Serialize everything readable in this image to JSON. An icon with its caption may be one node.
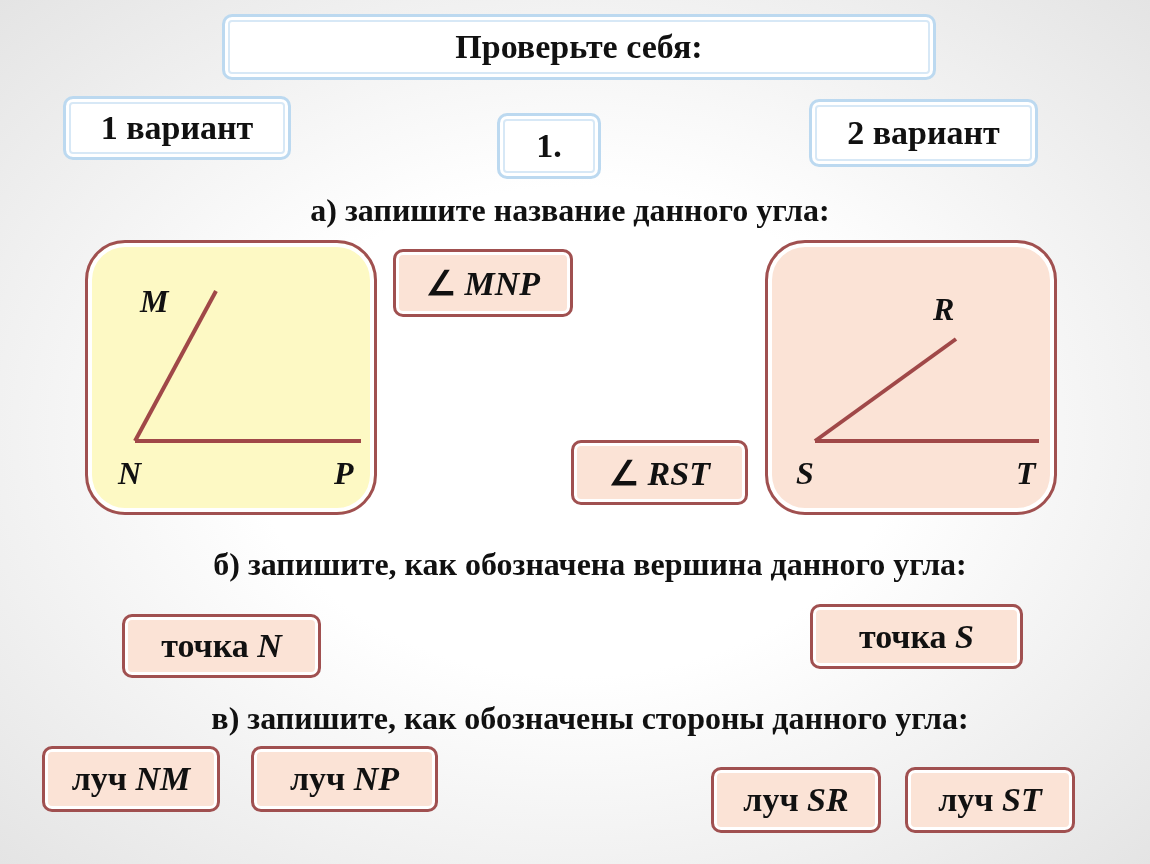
{
  "diagram": {
    "title": "Проверьте себя:",
    "nodes": [
      {
        "text": [
          "1 вариант"
        ]
      },
      {
        "text": [
          "1."
        ]
      },
      {
        "text": [
          "2 вариант"
        ]
      },
      {
        "text": [
          "M",
          "N",
          "P"
        ]
      },
      {
        "text": [
          "∠ *MNP*"
        ]
      },
      {
        "text": [
          "∠ *RST*"
        ]
      },
      {
        "text": [
          "R",
          "S",
          "T"
        ]
      },
      {
        "text": [
          "точка *N*"
        ]
      },
      {
        "text": [
          "точка *S*"
        ]
      },
      {
        "text": [
          "луч *NM*"
        ]
      },
      {
        "text": [
          "луч *NP*"
        ]
      },
      {
        "text": [
          "луч *SR*"
        ]
      },
      {
        "text": [
          "луч *ST*"
        ]
      }
    ],
    "labels": [
      "а) запишите название данного угла:",
      "б) запишите, как обозначена вершина данного угла:",
      "в) запишите, как обозначены стороны данного угла:"
    ]
  }
}
